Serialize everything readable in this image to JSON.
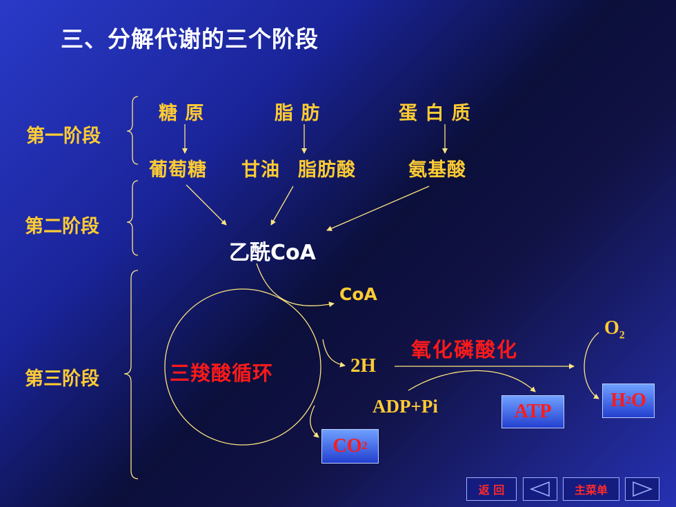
{
  "title": "三、分解代谢的三个阶段",
  "stages": {
    "one": "第一阶段",
    "two": "第二阶段",
    "three": "第三阶段"
  },
  "sources": {
    "glycogen": "糖 原",
    "fat": "脂 肪",
    "protein": "蛋 白 质"
  },
  "units": {
    "glucose": "葡萄糖",
    "glycerol": "甘油",
    "fatty_acid": "脂肪酸",
    "amino_acid": "氨基酸"
  },
  "acetyl_coa": "乙酰CoA",
  "coa": "CoA",
  "tca_cycle": "三羧酸循环",
  "two_h": "2H",
  "oxidative_phosphorylation": "氧化磷酸化",
  "adp_pi": "ADP+Pi",
  "atp": "ATP",
  "o2": {
    "base": "O",
    "sub": "2"
  },
  "h2o": {
    "base": "H",
    "sub": "2",
    "tail": "O"
  },
  "co2": {
    "base": "CO",
    "sub": "2"
  },
  "nav": {
    "back": "返 回",
    "main_menu": "主菜单"
  },
  "colors": {
    "yellow": "#ffcc33",
    "red": "#ff1a1a",
    "line": "#ffe680",
    "white": "#ffffff"
  }
}
